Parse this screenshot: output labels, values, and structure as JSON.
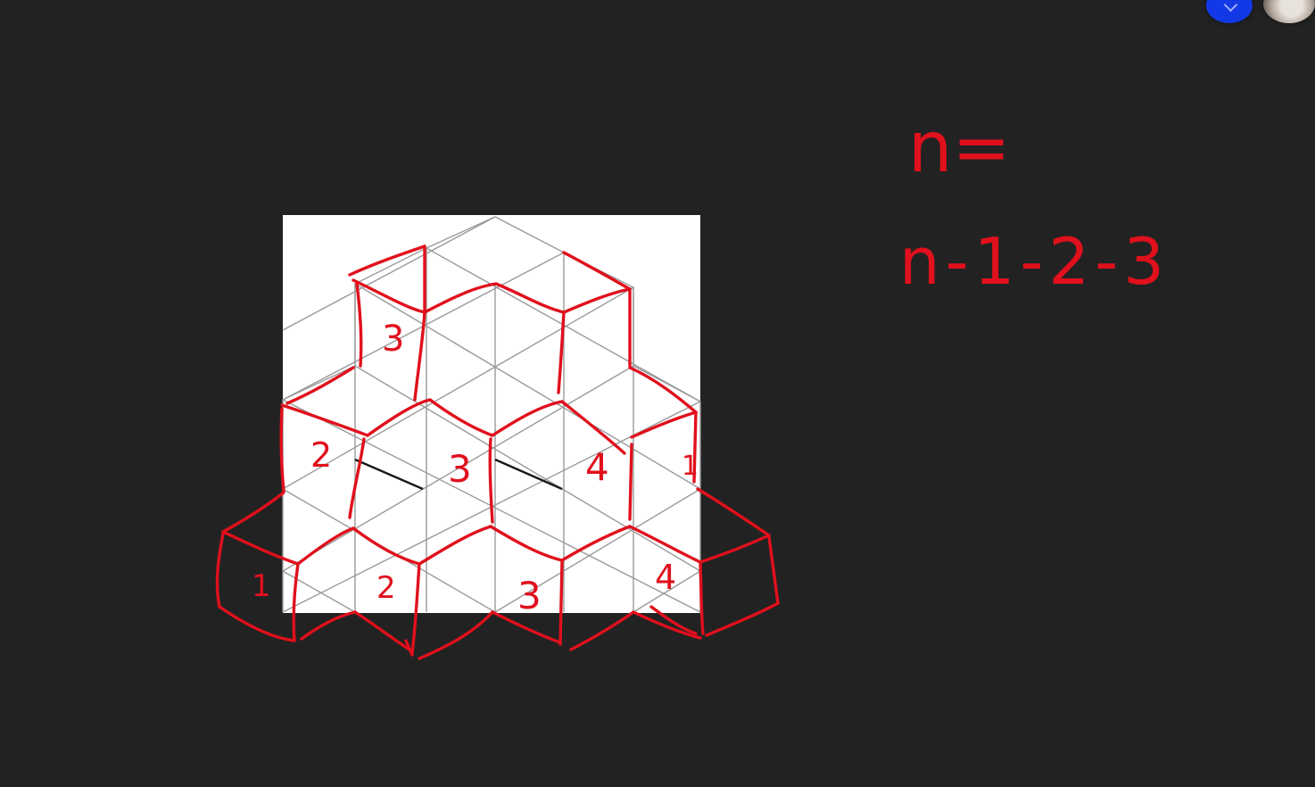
{
  "formula": {
    "line1": "n=",
    "line2": "n-1-2-3"
  },
  "labels": {
    "top": "3",
    "middle_left": "2",
    "middle_center": "3",
    "middle_right": "4",
    "middle_edge": "1",
    "bottom_1": "1",
    "bottom_2": "2",
    "bottom_3": "3",
    "bottom_4": "4"
  },
  "colors": {
    "background": "#222222",
    "ink": "#e0101c",
    "paper": "#ffffff",
    "grid": "#9a9a9a",
    "avatar_blue": "#1338e6"
  },
  "avatars": [
    "participant-avatar-blue",
    "participant-avatar-photo"
  ]
}
